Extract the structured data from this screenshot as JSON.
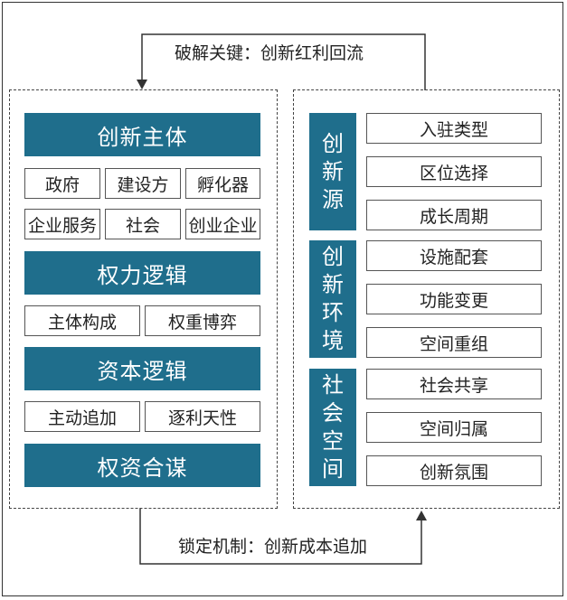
{
  "top_label": "破解关键：创新红利回流",
  "bottom_label": "锁定机制：创新成本追加",
  "left": {
    "h1": "创新主体",
    "row1": [
      "政府",
      "建设方",
      "孵化器"
    ],
    "row2": [
      "企业服务",
      "社会",
      "创业企业"
    ],
    "h2": "权力逻辑",
    "row3": [
      "主体构成",
      "权重博弈"
    ],
    "h3": "资本逻辑",
    "row4": [
      "主动追加",
      "逐利天性"
    ],
    "h4": "权资合谋"
  },
  "right": {
    "groups": [
      {
        "title": "创新源",
        "items": [
          "入驻类型",
          "区位选择",
          "成长周期"
        ]
      },
      {
        "title": "创新环境",
        "items": [
          "设施配套",
          "功能变更",
          "空间重组"
        ]
      },
      {
        "title": "社会空间",
        "items": [
          "社会共享",
          "空间归属",
          "创新氛围"
        ]
      }
    ]
  }
}
